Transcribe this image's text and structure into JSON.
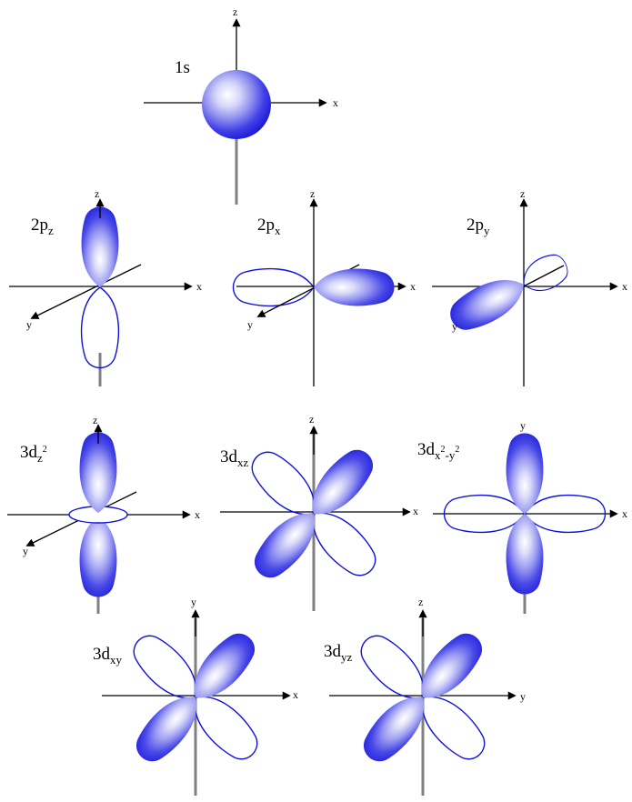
{
  "colors": {
    "lobe_fill": "#1a1ae6",
    "lobe_outline": "#1010dd",
    "axis_black": "#000000",
    "axis_gray": "#808080"
  },
  "orbitals": {
    "s1": {
      "main": "1s",
      "sub": "",
      "sup_a": "",
      "mid": "",
      "sup_b": "",
      "axes": [
        "z",
        "x"
      ]
    },
    "p2z": {
      "main": "2p",
      "sub": "z",
      "sup_a": "",
      "mid": "",
      "sup_b": "",
      "axes": [
        "z",
        "x",
        "y"
      ]
    },
    "p2x": {
      "main": "2p",
      "sub": "x",
      "sup_a": "",
      "mid": "",
      "sup_b": "",
      "axes": [
        "z",
        "x",
        "y"
      ]
    },
    "p2y": {
      "main": "2p",
      "sub": "y",
      "sup_a": "",
      "mid": "",
      "sup_b": "",
      "axes": [
        "z",
        "x",
        "y"
      ]
    },
    "d3z2": {
      "main": "3d",
      "sub": "z",
      "sup_a": "2",
      "mid": "",
      "sup_b": "",
      "axes": [
        "z",
        "x",
        "y"
      ]
    },
    "d3xz": {
      "main": "3d",
      "sub": "xz",
      "sup_a": "",
      "mid": "",
      "sup_b": "",
      "axes": [
        "z",
        "x"
      ]
    },
    "d3x2y2": {
      "main": "3d",
      "sub": "x",
      "sup_a": "2",
      "mid": "-y",
      "sup_b": "2",
      "axes": [
        "y",
        "x"
      ]
    },
    "d3xy": {
      "main": "3d",
      "sub": "xy",
      "sup_a": "",
      "mid": "",
      "sup_b": "",
      "axes": [
        "y",
        "x"
      ]
    },
    "d3yz": {
      "main": "3d",
      "sub": "yz",
      "sup_a": "",
      "mid": "",
      "sup_b": "",
      "axes": [
        "z",
        "y"
      ]
    }
  }
}
